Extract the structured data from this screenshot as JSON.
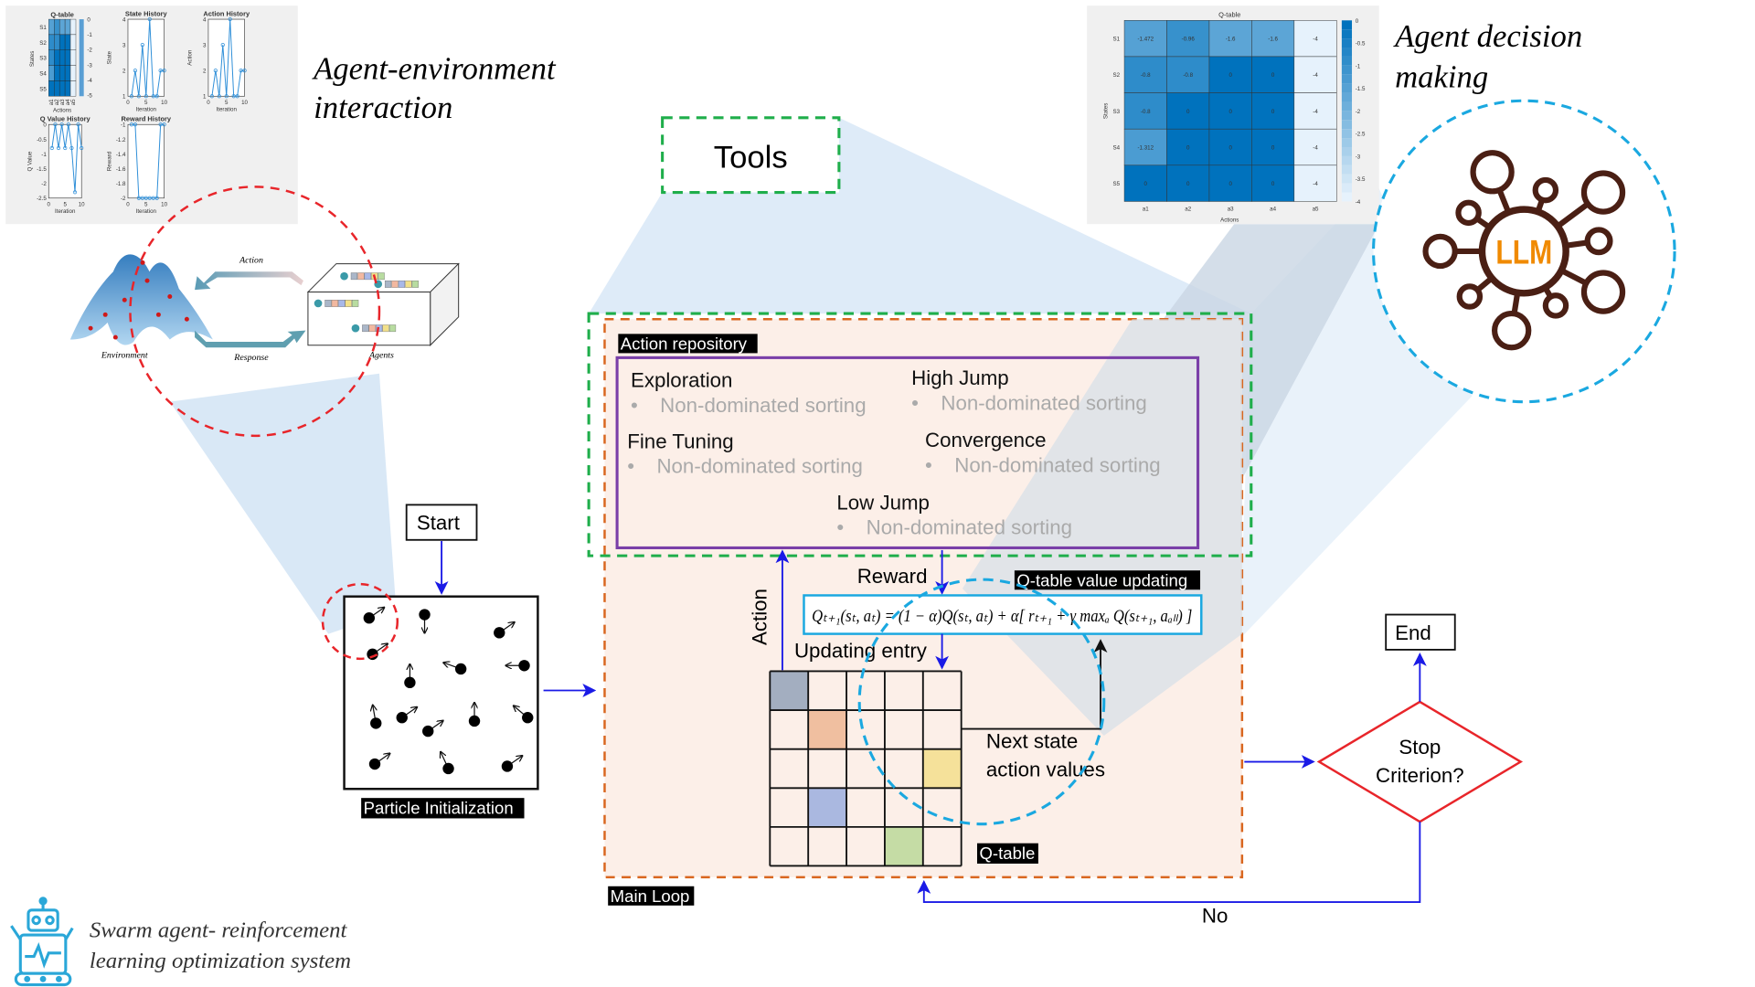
{
  "agent_env": {
    "title_line1": "Agent-environment",
    "title_line2": "interaction",
    "env_label": "Environment",
    "action_label": "Action",
    "response_label": "Response",
    "agents_label": "Agents",
    "panel": {
      "qtable_title": "Q-table",
      "qtable_ylabel": "States",
      "qtable_xlabel": "Actions",
      "states": [
        "S1",
        "S2",
        "S3",
        "S4",
        "S5"
      ],
      "actions": [
        "a1",
        "a2",
        "a3",
        "a4",
        "a5"
      ],
      "colorbar_ticks": [
        "0",
        "-1",
        "-2",
        "-3",
        "-4",
        "-5"
      ],
      "plots": [
        {
          "title": "State History",
          "xlabel": "Iteration",
          "ylabel": "State",
          "ylim": [
            1,
            4
          ],
          "yticks": [
            "4",
            "3",
            "2",
            "1"
          ],
          "xticks": [
            "0",
            "5",
            "10"
          ],
          "x": [
            1,
            2,
            3,
            4,
            5,
            6,
            7,
            8,
            9,
            10
          ],
          "y": [
            1,
            2,
            1,
            3,
            1,
            4,
            1,
            1,
            2,
            2
          ]
        },
        {
          "title": "Action History",
          "xlabel": "Iteration",
          "ylabel": "Action",
          "ylim": [
            1,
            4
          ],
          "yticks": [
            "4",
            "3",
            "2",
            "1"
          ],
          "xticks": [
            "0",
            "5",
            "10"
          ],
          "x": [
            1,
            2,
            3,
            4,
            5,
            6,
            7,
            8,
            9,
            10
          ],
          "y": [
            1,
            2,
            1,
            3,
            1,
            4,
            1,
            1,
            2,
            2
          ]
        },
        {
          "title": "Q Value History",
          "xlabel": "Iteration",
          "ylabel": "Q Value",
          "ylim": [
            -2.5,
            0
          ],
          "yticks": [
            "0",
            "-0.5",
            "-1",
            "-1.5",
            "-2",
            "-2.5"
          ],
          "xticks": [
            "0",
            "5",
            "10"
          ],
          "x": [
            1,
            2,
            3,
            4,
            5,
            6,
            7,
            8,
            9,
            10
          ],
          "y": [
            -0.8,
            0,
            -0.8,
            0,
            -0.8,
            0,
            -0.8,
            -2.3,
            0,
            -0.8
          ]
        },
        {
          "title": "Reward History",
          "xlabel": "Iteration",
          "ylabel": "Reward",
          "ylim": [
            -2,
            -1
          ],
          "yticks": [
            "-1",
            "-1.2",
            "-1.4",
            "-1.6",
            "-1.8",
            "-2"
          ],
          "xticks": [
            "0",
            "5",
            "10"
          ],
          "x": [
            1,
            2,
            3,
            4,
            5,
            6,
            7,
            8,
            9,
            10
          ],
          "y": [
            -1,
            -1,
            -2,
            -2,
            -2,
            -2,
            -2,
            -2,
            -1,
            -1
          ]
        }
      ]
    }
  },
  "decision": {
    "title_line1": "Agent decision",
    "title_line2": "making",
    "llm_label": "LLM",
    "qtable": {
      "title": "Q-table",
      "ylabel": "States",
      "xlabel": "Actions",
      "states": [
        "S1",
        "S2",
        "S3",
        "S4",
        "S5"
      ],
      "actions": [
        "a1",
        "a2",
        "a3",
        "a4",
        "a5"
      ],
      "values": [
        [
          "-1.472",
          "-0.96",
          "-1.6",
          "-1.6",
          "-4"
        ],
        [
          "-0.8",
          "-0.8",
          "0",
          "0",
          "-4"
        ],
        [
          "-0.8",
          "0",
          "0",
          "0",
          "-4"
        ],
        [
          "-1.312",
          "0",
          "0",
          "0",
          "-4"
        ],
        [
          "0",
          "0",
          "0",
          "0",
          "-4"
        ]
      ],
      "colorbar_ticks": [
        "0",
        "-0.5",
        "-1",
        "-1.5",
        "-2",
        "-2.5",
        "-3",
        "-3.5",
        "-4"
      ]
    }
  },
  "tools": {
    "label": "Tools"
  },
  "flow": {
    "start": "Start",
    "particle_init": "Particle Initialization",
    "main_loop": "Main Loop",
    "end": "End",
    "stop_line1": "Stop",
    "stop_line2": "Criterion?",
    "no": "No"
  },
  "action_repository": {
    "label": "Action repository",
    "entries": [
      {
        "name": "Exploration",
        "method": "Non-dominated  sorting"
      },
      {
        "name": "High Jump",
        "method": "Non-dominated  sorting"
      },
      {
        "name": "Fine Tuning",
        "method": "Non-dominated  sorting"
      },
      {
        "name": "Convergence",
        "method": "Non-dominated  sorting"
      },
      {
        "name": "Low Jump",
        "method": "Non-dominated  sorting"
      }
    ]
  },
  "qloop": {
    "action": "Action",
    "reward": "Reward",
    "update_label": "Q-table value updating",
    "formula": "Qₜ₊₁(sₜ, aₜ) = (1 − α)Q(sₜ, aₜ) + α[ rₜ₊₁ + γ maxₐ Q(sₜ₊₁, aₐₗₗ) ]",
    "updating_entry": "Updating entry",
    "next_state_line1": "Next state",
    "next_state_line2": "action values",
    "qtable_label": "Q-table",
    "highlight_colors": [
      "#a3aec0",
      "#f0bfa0",
      "#f5e19a",
      "#aab8e0",
      "#c5dca5"
    ]
  },
  "system": {
    "line1": "Swarm agent- reinforcement",
    "line2": "learning optimization system"
  },
  "colors": {
    "red_dashed": "#e8252a",
    "green_dashed": "#1fae4b",
    "orange_dashed": "#d9661f",
    "cyan_dashed": "#1aa8e0",
    "purple": "#7a3fa8",
    "flow_blue": "#1a1ae6",
    "llm_brown": "#4a1f14",
    "llm_orange": "#f08a00"
  }
}
